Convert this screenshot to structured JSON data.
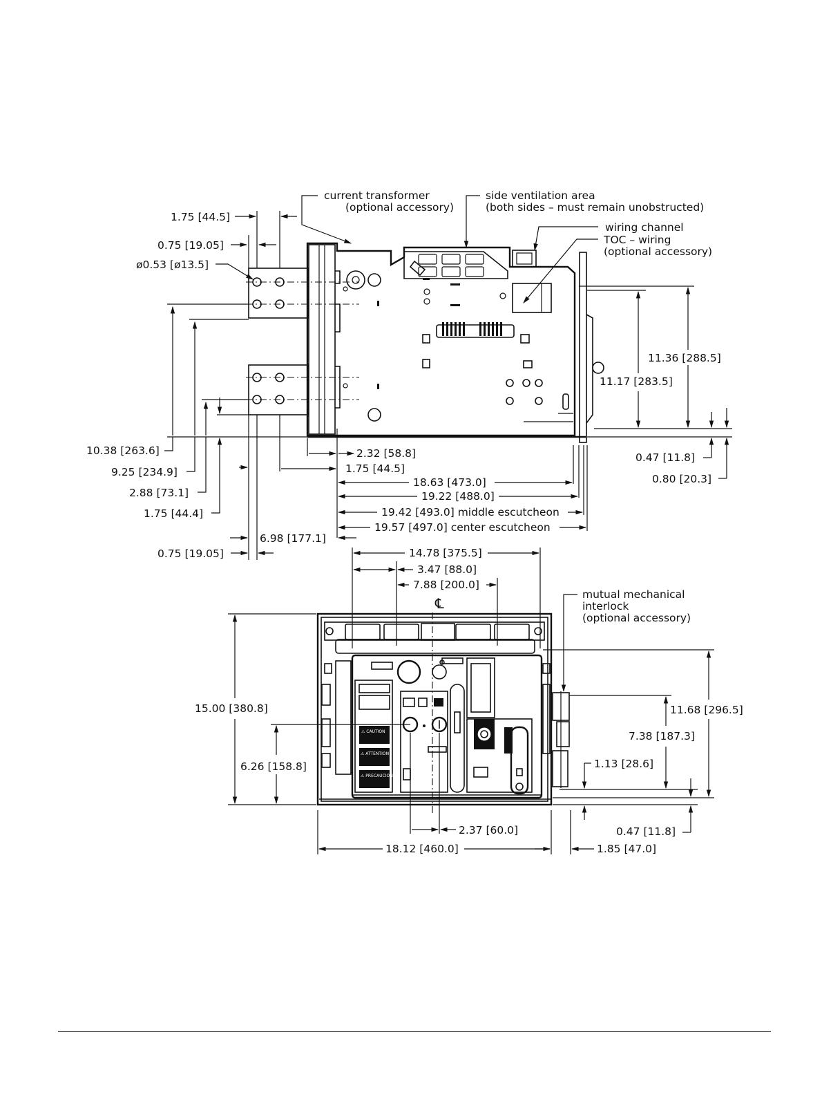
{
  "side_view": {
    "callouts": {
      "current_transformer": [
        "current transformer",
        "(optional accessory)"
      ],
      "side_ventilation": [
        "side ventilation area",
        "(both sides – must remain unobstructed)"
      ],
      "wiring_channel": "wiring channel",
      "toc_wiring": [
        "TOC – wiring",
        "(optional accessory)"
      ]
    },
    "dimensions": {
      "d_1_75_top": "1.75 [44.5]",
      "d_0_75_top": "0.75 [19.05]",
      "d_hole": "ø0.53 [ø13.5]",
      "d_10_38": "10.38 [263.6]",
      "d_9_25": "9.25 [234.9]",
      "d_2_88": "2.88 [73.1]",
      "d_1_75_left": "1.75 [44.4]",
      "d_0_75_bottom": "0.75 [19.05]",
      "d_6_98": "6.98 [177.1]",
      "d_2_32": "2.32 [58.8]",
      "d_1_75_mid": "1.75 [44.5]",
      "d_18_63": "18.63 [473.0]",
      "d_19_22": "19.22 [488.0]",
      "d_19_42": "19.42 [493.0] middle escutcheon",
      "d_19_57": "19.57 [497.0] center escutcheon",
      "d_11_36": "11.36 [288.5]",
      "d_11_17": "11.17 [283.5]",
      "d_0_47": "0.47 [11.8]",
      "d_0_80": "0.80 [20.3]"
    }
  },
  "front_view": {
    "centerline_symbol": "℄",
    "callouts": {
      "mutual_interlock": [
        "mutual mechanical",
        "interlock",
        "(optional accessory)"
      ]
    },
    "labels": {
      "caution": "⚠ CAUTION",
      "attention": "⚠ ATTENTION",
      "precaucion": "⚠ PRECAUCION"
    },
    "dimensions": {
      "d_14_78": "14.78 [375.5]",
      "d_3_47": "3.47 [88.0]",
      "d_7_88": "7.88 [200.0]",
      "d_15_00": "15.00 [380.8]",
      "d_6_26": "6.26 [158.8]",
      "d_11_68": "11.68 [296.5]",
      "d_7_38": "7.38 [187.3]",
      "d_1_13": "1.13 [28.6]",
      "d_0_47": "0.47 [11.8]",
      "d_2_37": "2.37 [60.0]",
      "d_18_12": "18.12 [460.0]",
      "d_1_85": "1.85 [47.0]"
    }
  }
}
